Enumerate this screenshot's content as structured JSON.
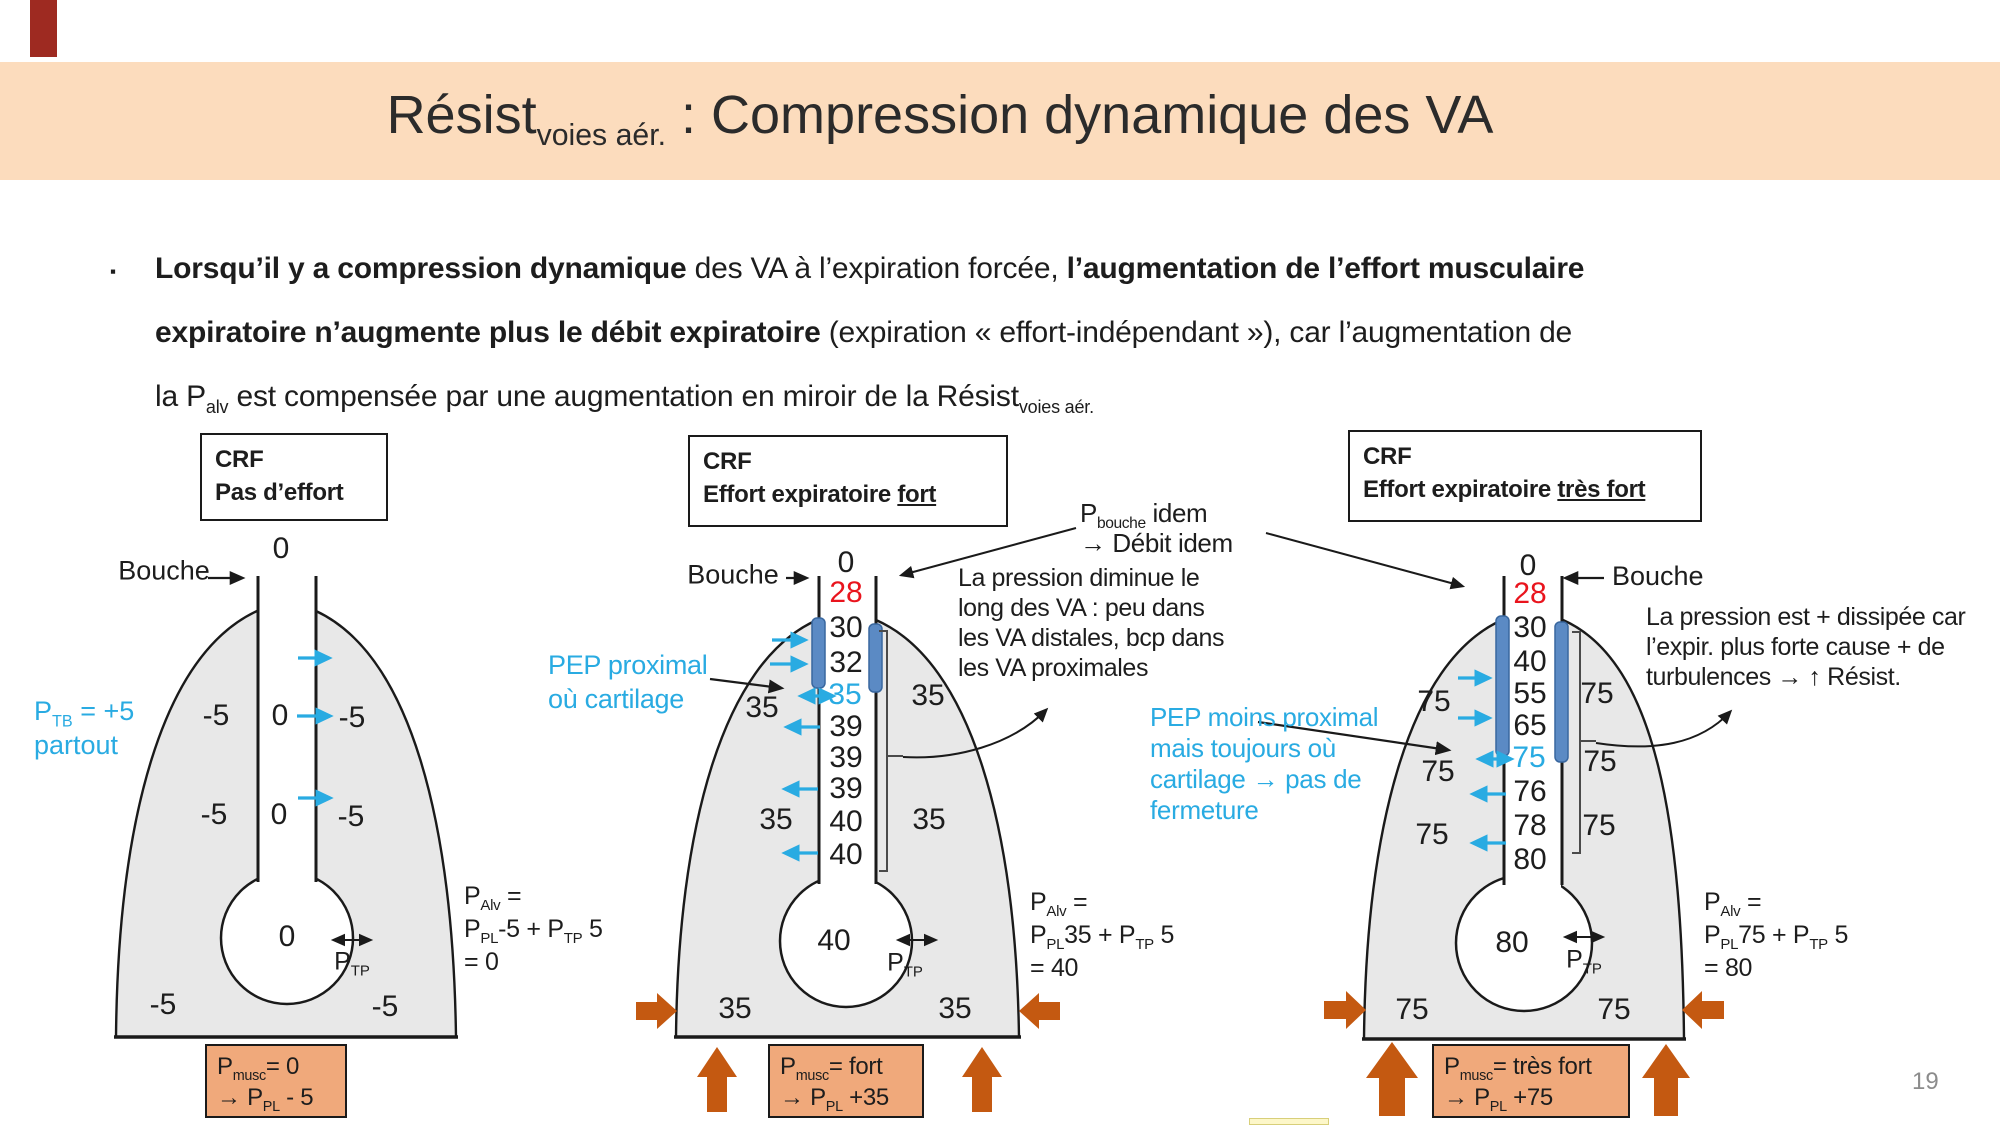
{
  "colors": {
    "banner_peach": "#fcdcbd",
    "accent_cyan": "#29abe2",
    "accent_red": "#e9141d",
    "orange_box_fill": "#f0a97b",
    "orange_block_arrow": "#c45911",
    "cartilage_bar_blue": "#5b8ac4",
    "lung_grey": "#e8e8e8",
    "corner_mark_dark_red": "#9e2a21"
  },
  "header": {
    "title_main": "Résist",
    "title_sub": "voies aér.",
    "title_rest": " : Compression dynamique des VA"
  },
  "intro": {
    "bullet": "▪",
    "line1_b": "Lorsqu’il y a compression dynamique",
    "line1_r": " des VA à l’expiration forcée, ",
    "line1_b2": "l’augmentation de l’effort musculaire",
    "line2_b": "expiratoire n’augmente plus le débit expiratoire",
    "line2_r": " (expiration « effort-indépendant »), car l’augmentation de",
    "line3": "la P{alv} est compensée par une augmentation en miroir de la Résist{voies aér.}"
  },
  "d1": {
    "box": [
      "CRF",
      "Pas d’effort"
    ],
    "bouche": "Bouche",
    "top_value": "0",
    "row1": [
      "-5",
      "0",
      "-5"
    ],
    "row2": [
      "-5",
      "0",
      "-5"
    ],
    "alveolus": "0",
    "bottom": [
      "-5",
      "-5"
    ],
    "ptb": "P{TB} = +5",
    "ptb2": "partout",
    "ptp": "P{TP}",
    "palv": [
      "P{Alv} =",
      "P{PL}-5 + P{TP} 5",
      "= 0"
    ],
    "pmusc": [
      "P{musc}= 0",
      "→ P{PL} - 5"
    ]
  },
  "d2": {
    "box": [
      "CRF",
      "Effort expiratoire "
    ],
    "box_underline": "fort",
    "bouche": "Bouche",
    "airway": [
      "0",
      "28",
      "30",
      "32",
      "35",
      "39",
      "39",
      "39",
      "40",
      "40"
    ],
    "left_labels": [
      "35",
      "35"
    ],
    "right_labels": [
      "35",
      "35"
    ],
    "bottom": [
      "35",
      "35"
    ],
    "alveolus": "40",
    "ptp": "P{TP}",
    "pep": [
      "PEP proximal",
      "où cartilage"
    ],
    "pbouche": [
      "P{bouche} idem",
      "→ Débit idem"
    ],
    "pressure_note": [
      "La pression diminue le",
      "long des VA : peu dans",
      "les VA distales, bcp dans",
      "les VA proximales"
    ],
    "palv": [
      "P{Alv} =",
      "P{PL}35 + P{TP} 5",
      "= 40"
    ],
    "pmusc": [
      "P{musc}= fort",
      "→ P{PL} +35"
    ]
  },
  "d3": {
    "box": [
      "CRF",
      "Effort expiratoire "
    ],
    "box_underline": "très fort",
    "bouche": "Bouche",
    "airway": [
      "0",
      "28",
      "30",
      "40",
      "55",
      "65",
      "75",
      "76",
      "78",
      "80"
    ],
    "left_labels": [
      "75",
      "75",
      "75"
    ],
    "right_labels": [
      "75",
      "75",
      "75"
    ],
    "bottom": [
      "75",
      "75"
    ],
    "alveolus": "80",
    "ptp": "P{TP}",
    "pep": [
      "PEP moins proximal",
      "mais toujours où",
      "cartilage → pas de",
      "fermeture"
    ],
    "pressure_note": [
      "La pression est + dissipée car",
      "l’expir. plus forte cause + de",
      "turbulences → ↑ Résist."
    ],
    "palv": [
      "P{Alv} =",
      "P{PL}75 + P{TP} 5",
      "= 80"
    ],
    "pmusc": [
      "P{musc}= très fort",
      "→ P{PL} +75"
    ]
  },
  "page": {
    "number": "19"
  }
}
